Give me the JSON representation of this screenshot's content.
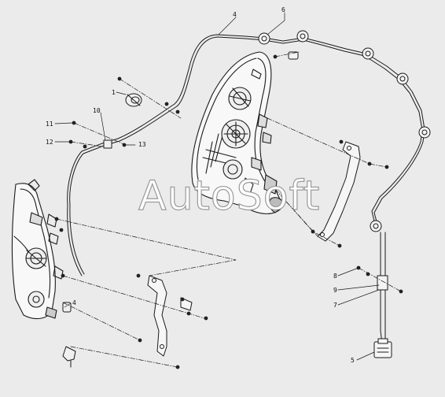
{
  "diagram": {
    "watermark": "AutoSoft",
    "callouts": [
      {
        "id": "c4-top",
        "label": "4"
      },
      {
        "id": "c6-top",
        "label": "6"
      },
      {
        "id": "c1-upper",
        "label": "1"
      },
      {
        "id": "c10",
        "label": "10"
      },
      {
        "id": "c11",
        "label": "11"
      },
      {
        "id": "c12",
        "label": "12"
      },
      {
        "id": "c13",
        "label": "13"
      },
      {
        "id": "c4-lower",
        "label": "4"
      },
      {
        "id": "c8",
        "label": "8"
      },
      {
        "id": "c9",
        "label": "9"
      },
      {
        "id": "c7",
        "label": "7"
      },
      {
        "id": "c5",
        "label": "5"
      }
    ]
  }
}
